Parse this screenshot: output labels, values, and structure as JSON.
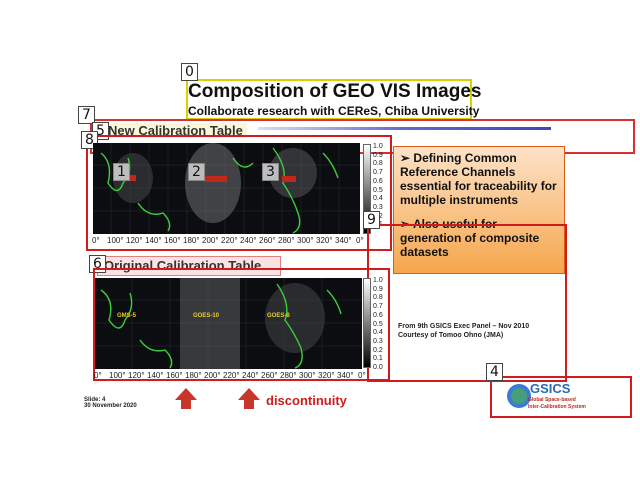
{
  "title": {
    "main": "Composition of GEO VIS Images",
    "sub": "Collaborate research with CEReS, Chiba University"
  },
  "sections": {
    "new": "New Calibration Table",
    "original": "Original Calibration Table"
  },
  "bullets": [
    "Defining Common Reference Channels essential for traceability for multiple instruments",
    "Also useful for generation of composite datasets"
  ],
  "bullet_marker": "➢",
  "x_axis_ticks": [
    "0°",
    "100°",
    "120°",
    "140°",
    "160°",
    "180°",
    "200°",
    "220°",
    "240°",
    "260°",
    "280°",
    "300°",
    "320°",
    "340°",
    "0°"
  ],
  "colorbar_ticks": [
    "1.0",
    "0.9",
    "0.8",
    "0.7",
    "0.6",
    "0.5",
    "0.4",
    "0.3",
    "0.2",
    "0.1",
    "0.0"
  ],
  "satellites": [
    "GMS-5",
    "GOES-10",
    "GOES-8"
  ],
  "source": {
    "line1": "From 9th GSICS Exec Panel – Nov 2010",
    "line2": "Courtesy of Tomoo Ohno (JMA)"
  },
  "slide_info": {
    "slide": "Slide: 4",
    "date": "30 November 2020"
  },
  "discontinuity": "discontinuity",
  "logo": {
    "name": "GSICS",
    "line1": "Global Space-based",
    "line2": "Inter-Calibration System"
  },
  "tags": {
    "t0": "0",
    "t1": "1",
    "t2": "2",
    "t3": "3",
    "t4": "4",
    "t5": "5",
    "t6": "6",
    "t7": "7",
    "t8": "8",
    "t9": "9"
  },
  "colors": {
    "accent_red": "#d01c1c",
    "title_border": "#d8d000",
    "bullet_bg": "#f6a64c",
    "coast_green": "#3ccf3c"
  }
}
